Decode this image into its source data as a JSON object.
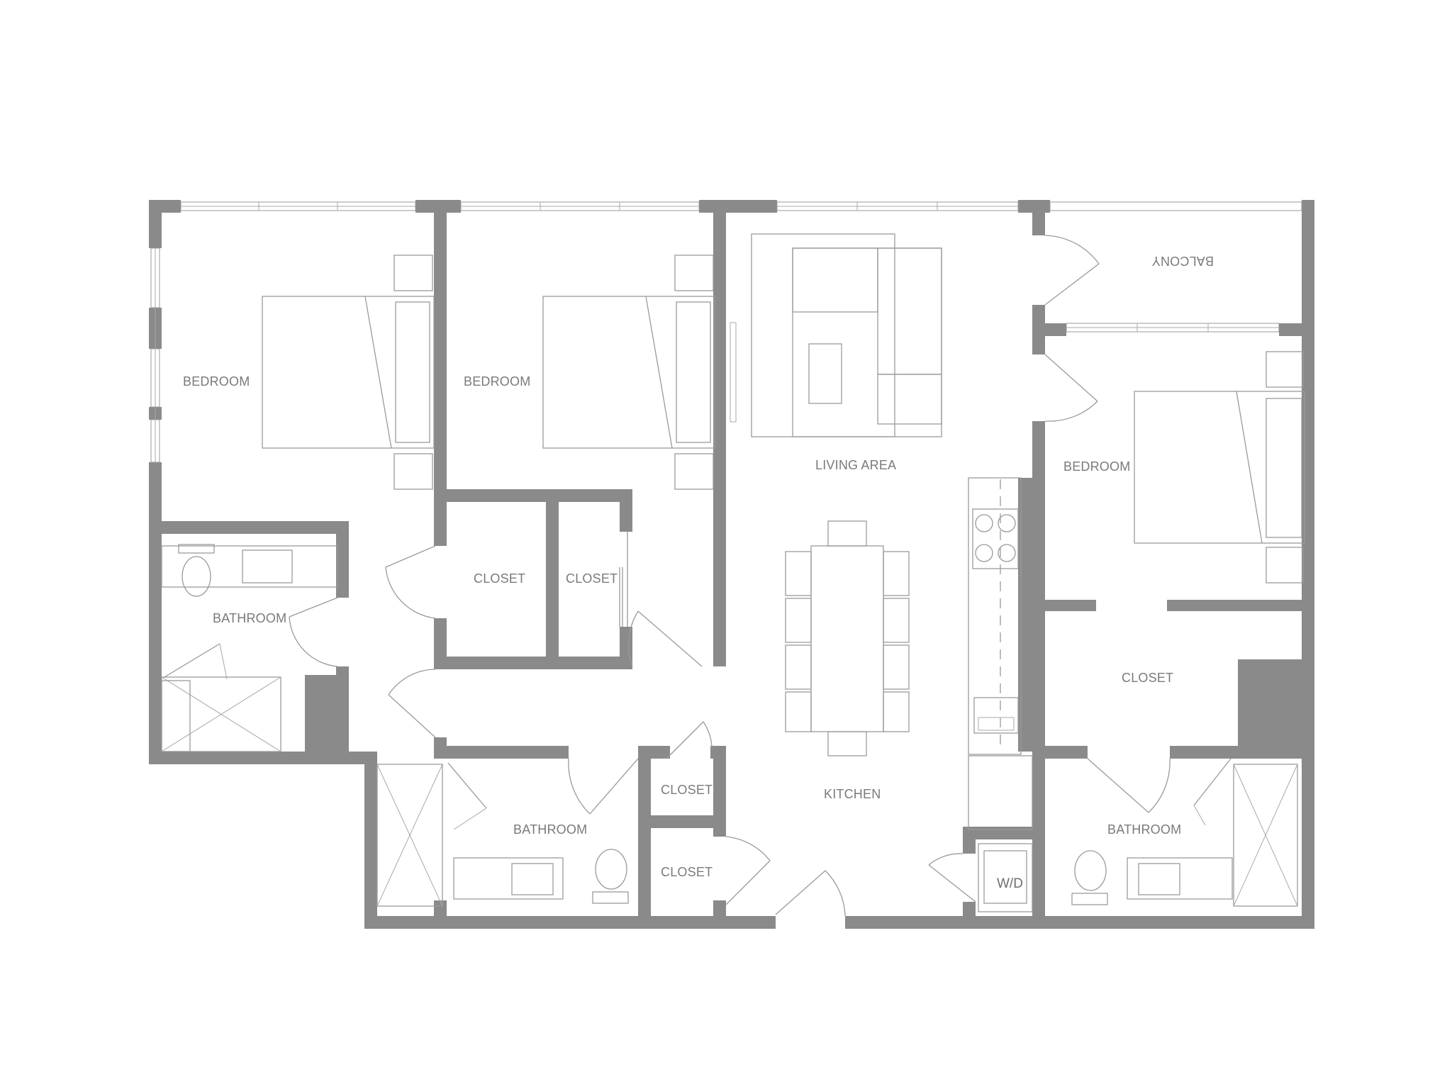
{
  "rooms": {
    "bedroom_1": "BEDROOM",
    "bedroom_2": "BEDROOM",
    "bedroom_3": "BEDROOM",
    "bathroom_1": "BATHROOM",
    "bathroom_2": "BATHROOM",
    "bathroom_3": "BATHROOM",
    "closet_1": "CLOSET",
    "closet_2": "CLOSET",
    "closet_3": "CLOSET",
    "closet_4": "CLOSET",
    "closet_5": "CLOSET",
    "living_area": "LIVING AREA",
    "kitchen": "KITCHEN",
    "balcony": "BALCONY"
  },
  "appliances": {
    "washer_dryer": "W/D"
  },
  "colors": {
    "wall": "#8a8a8a",
    "line": "#9a9a9a",
    "label": "#7a7a7a",
    "background": "#ffffff"
  }
}
